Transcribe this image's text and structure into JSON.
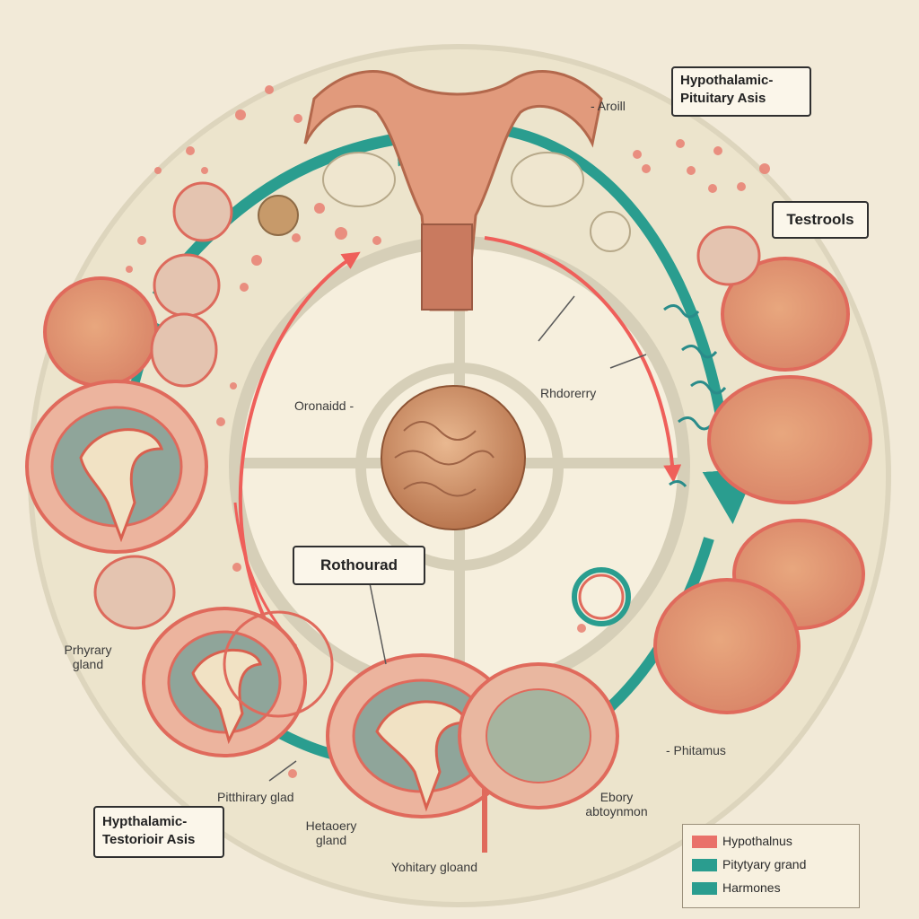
{
  "labels": {
    "top_small": "- Aroill",
    "left_center": "Oronaidd -",
    "right_center": "Rhdorerry",
    "pituitary_left": "Prhyrary\ngland",
    "phitamus": "- Phitamus",
    "pitthirary_glad": "Pitthirary glad",
    "hetaoery_gland": "Hetaoery\ngland",
    "ebory": "Ebory\nabtoynmon",
    "yohitary_gloand": "Yohitary gloand"
  },
  "callouts": {
    "axis_top": "Hypothalamic-\nPituitary Asis",
    "testrools": "Testrools",
    "rothourad": "Rothourad",
    "axis_bottom": "Hypthalamic-\nTestorioir Asis"
  },
  "legend": [
    {
      "label": "Hypothalnus",
      "color": "#e9716a"
    },
    {
      "label": "Pitytyary grand",
      "color": "#2a9d8f"
    },
    {
      "label": "Harmones",
      "color": "#2a9d8f"
    }
  ],
  "colors": {
    "background": "#f2ead8",
    "red_arrow": "#ef5f5a",
    "teal_arrow": "#2a9d8f",
    "tissue": "#e8a383",
    "ring": "#d7d2bd"
  }
}
